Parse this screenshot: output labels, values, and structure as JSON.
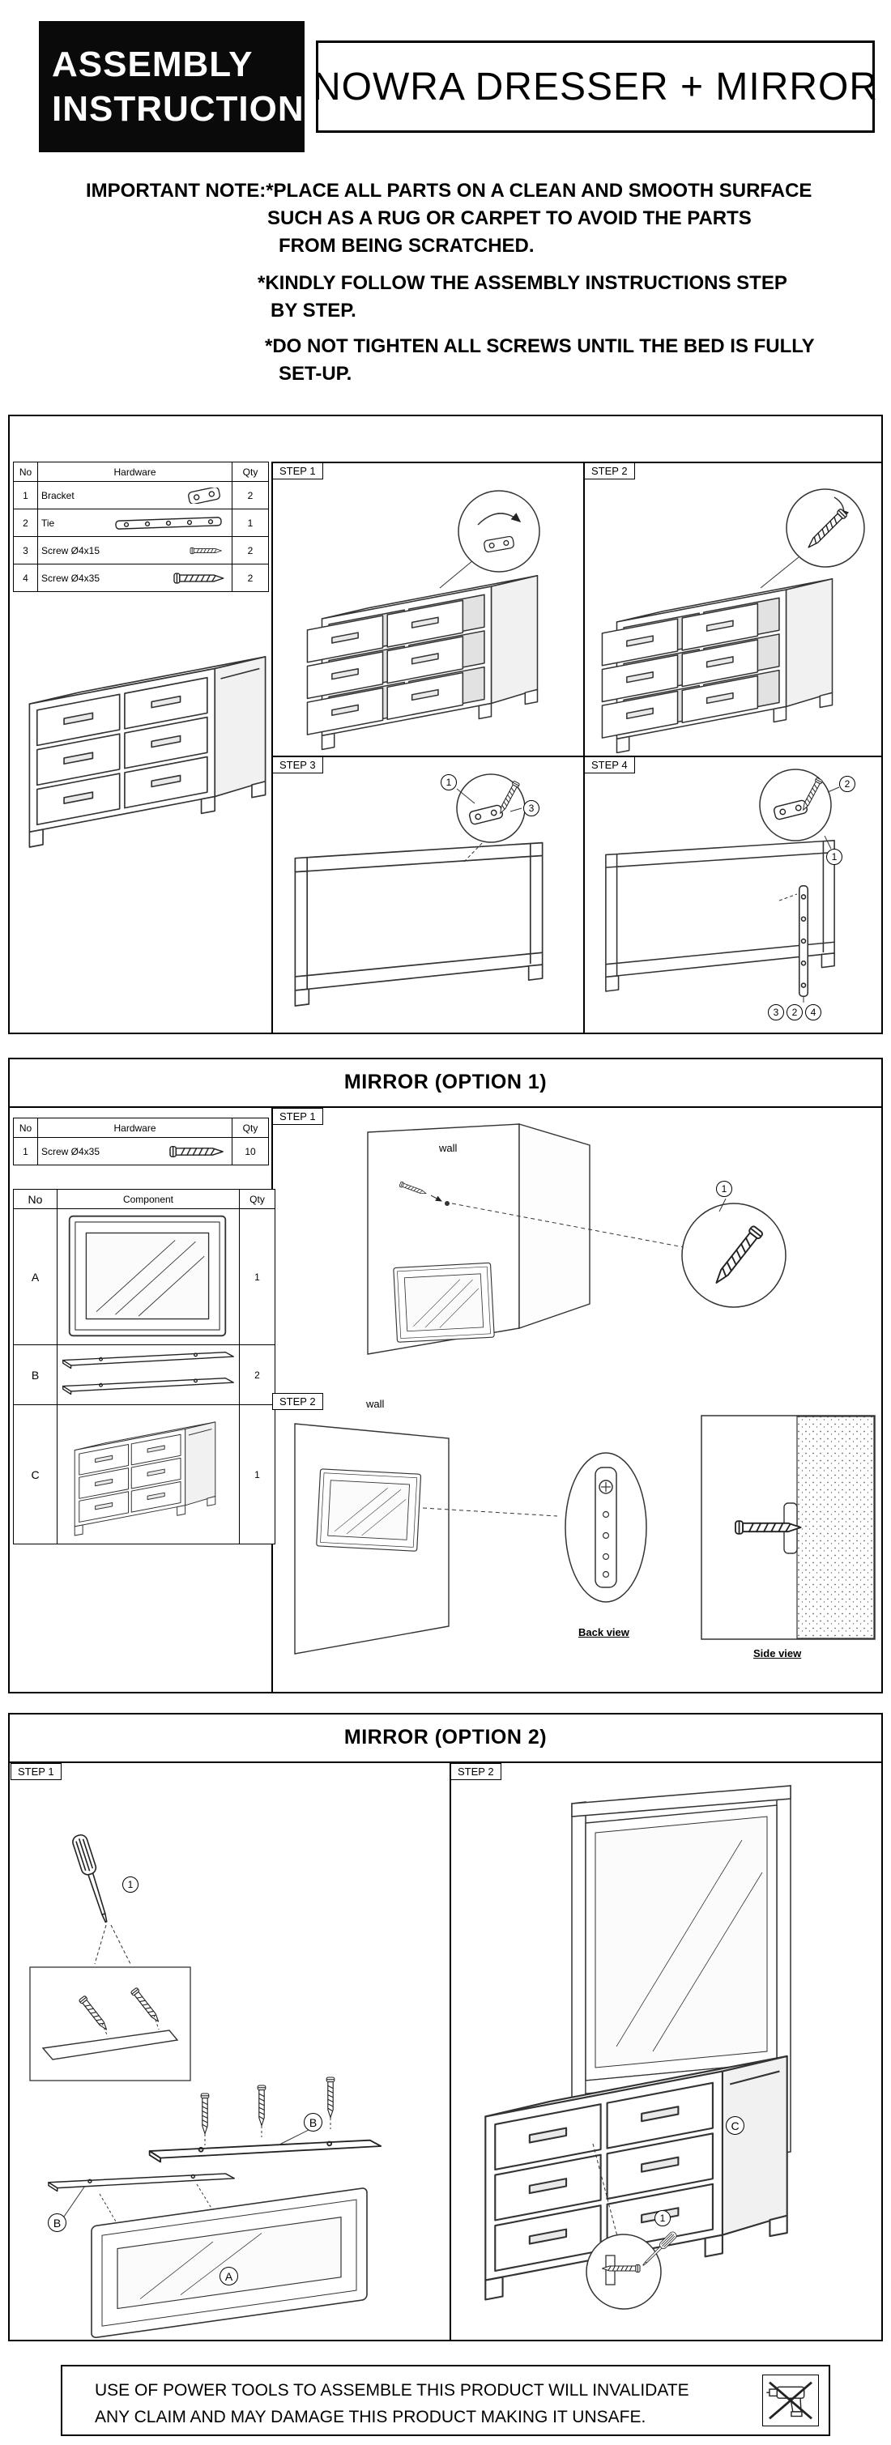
{
  "header": {
    "badge_line1": "ASSEMBLY",
    "badge_line2": "INSTRUCTION",
    "title": "NOWRA DRESSER + MIRROR"
  },
  "notes": {
    "lines": [
      "IMPORTANT NOTE:*PLACE ALL PARTS ON A CLEAN AND SMOOTH SURFACE",
      "SUCH AS A RUG OR CARPET TO AVOID THE PARTS",
      "FROM BEING SCRATCHED.",
      "*KINDLY FOLLOW THE ASSEMBLY INSTRUCTIONS STEP",
      "BY STEP.",
      "*DO NOT TIGHTEN ALL SCREWS UNTIL THE BED IS FULLY",
      "SET-UP."
    ]
  },
  "dresser_section": {
    "hardware_table": {
      "headers": {
        "no": "No",
        "hardware": "Hardware",
        "qty": "Qty"
      },
      "rows": [
        {
          "no": "1",
          "name": "Bracket",
          "qty": "2"
        },
        {
          "no": "2",
          "name": "Tie",
          "qty": "1"
        },
        {
          "no": "3",
          "name": "Screw Ø4x15",
          "qty": "2"
        },
        {
          "no": "4",
          "name": "Screw Ø4x35",
          "qty": "2"
        }
      ]
    },
    "steps": [
      "STEP 1",
      "STEP 2",
      "STEP 3",
      "STEP 4"
    ]
  },
  "mirror_option1": {
    "title": "MIRROR (OPTION 1)",
    "hardware_table": {
      "headers": {
        "no": "No",
        "hardware": "Hardware",
        "qty": "Qty"
      },
      "rows": [
        {
          "no": "1",
          "name": "Screw Ø4x35",
          "qty": "10"
        }
      ]
    },
    "component_table": {
      "headers": {
        "no": "No",
        "component": "Component",
        "qty": "Qty"
      },
      "rows": [
        {
          "no": "A",
          "qty": "1"
        },
        {
          "no": "B",
          "qty": "2"
        },
        {
          "no": "C",
          "qty": "1"
        }
      ]
    },
    "steps": [
      "STEP 1",
      "STEP 2"
    ],
    "labels": {
      "wall": "wall",
      "back_view": "Back view",
      "side_view": "Side view"
    }
  },
  "mirror_option2": {
    "title": "MIRROR (OPTION 2)",
    "steps": [
      "STEP 1",
      "STEP 2"
    ]
  },
  "callouts": {
    "n1": "1",
    "n2": "2",
    "n3": "3",
    "n4": "4"
  },
  "parts": {
    "a": "A",
    "b": "B",
    "c": "C"
  },
  "icons": {
    "bracket": "bracket-icon",
    "tie": "tie-icon",
    "screw": "screw-icon",
    "no_power_tools": "no-power-tools-icon"
  },
  "footer": {
    "lines": [
      "USE OF POWER TOOLS TO ASSEMBLE THIS PRODUCT WILL INVALIDATE",
      "ANY CLAIM AND MAY DAMAGE THIS PRODUCT MAKING IT UNSAFE."
    ]
  }
}
